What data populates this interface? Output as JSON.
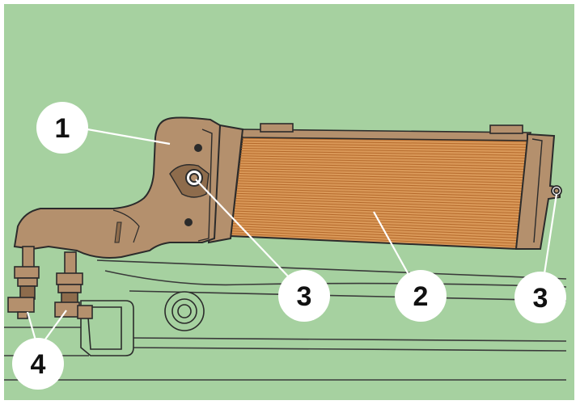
{
  "colors": {
    "background": "#a6d1a0",
    "frame": "#ffffff",
    "housing": "#b4906d",
    "housing_dark": "#8e6c4c",
    "core": "#d99858",
    "fin_line": "#b56a2c",
    "outline": "#2b2b2b",
    "callout_fill": "#ffffff"
  },
  "icons": {
    "bolt": "bolt-icon",
    "hose_fitting": "hose-fitting-icon"
  },
  "callouts": {
    "c1": {
      "label": "1"
    },
    "c2": {
      "label": "2"
    },
    "c3a": {
      "label": "3"
    },
    "c3b": {
      "label": "3"
    },
    "c4": {
      "label": "4"
    }
  }
}
